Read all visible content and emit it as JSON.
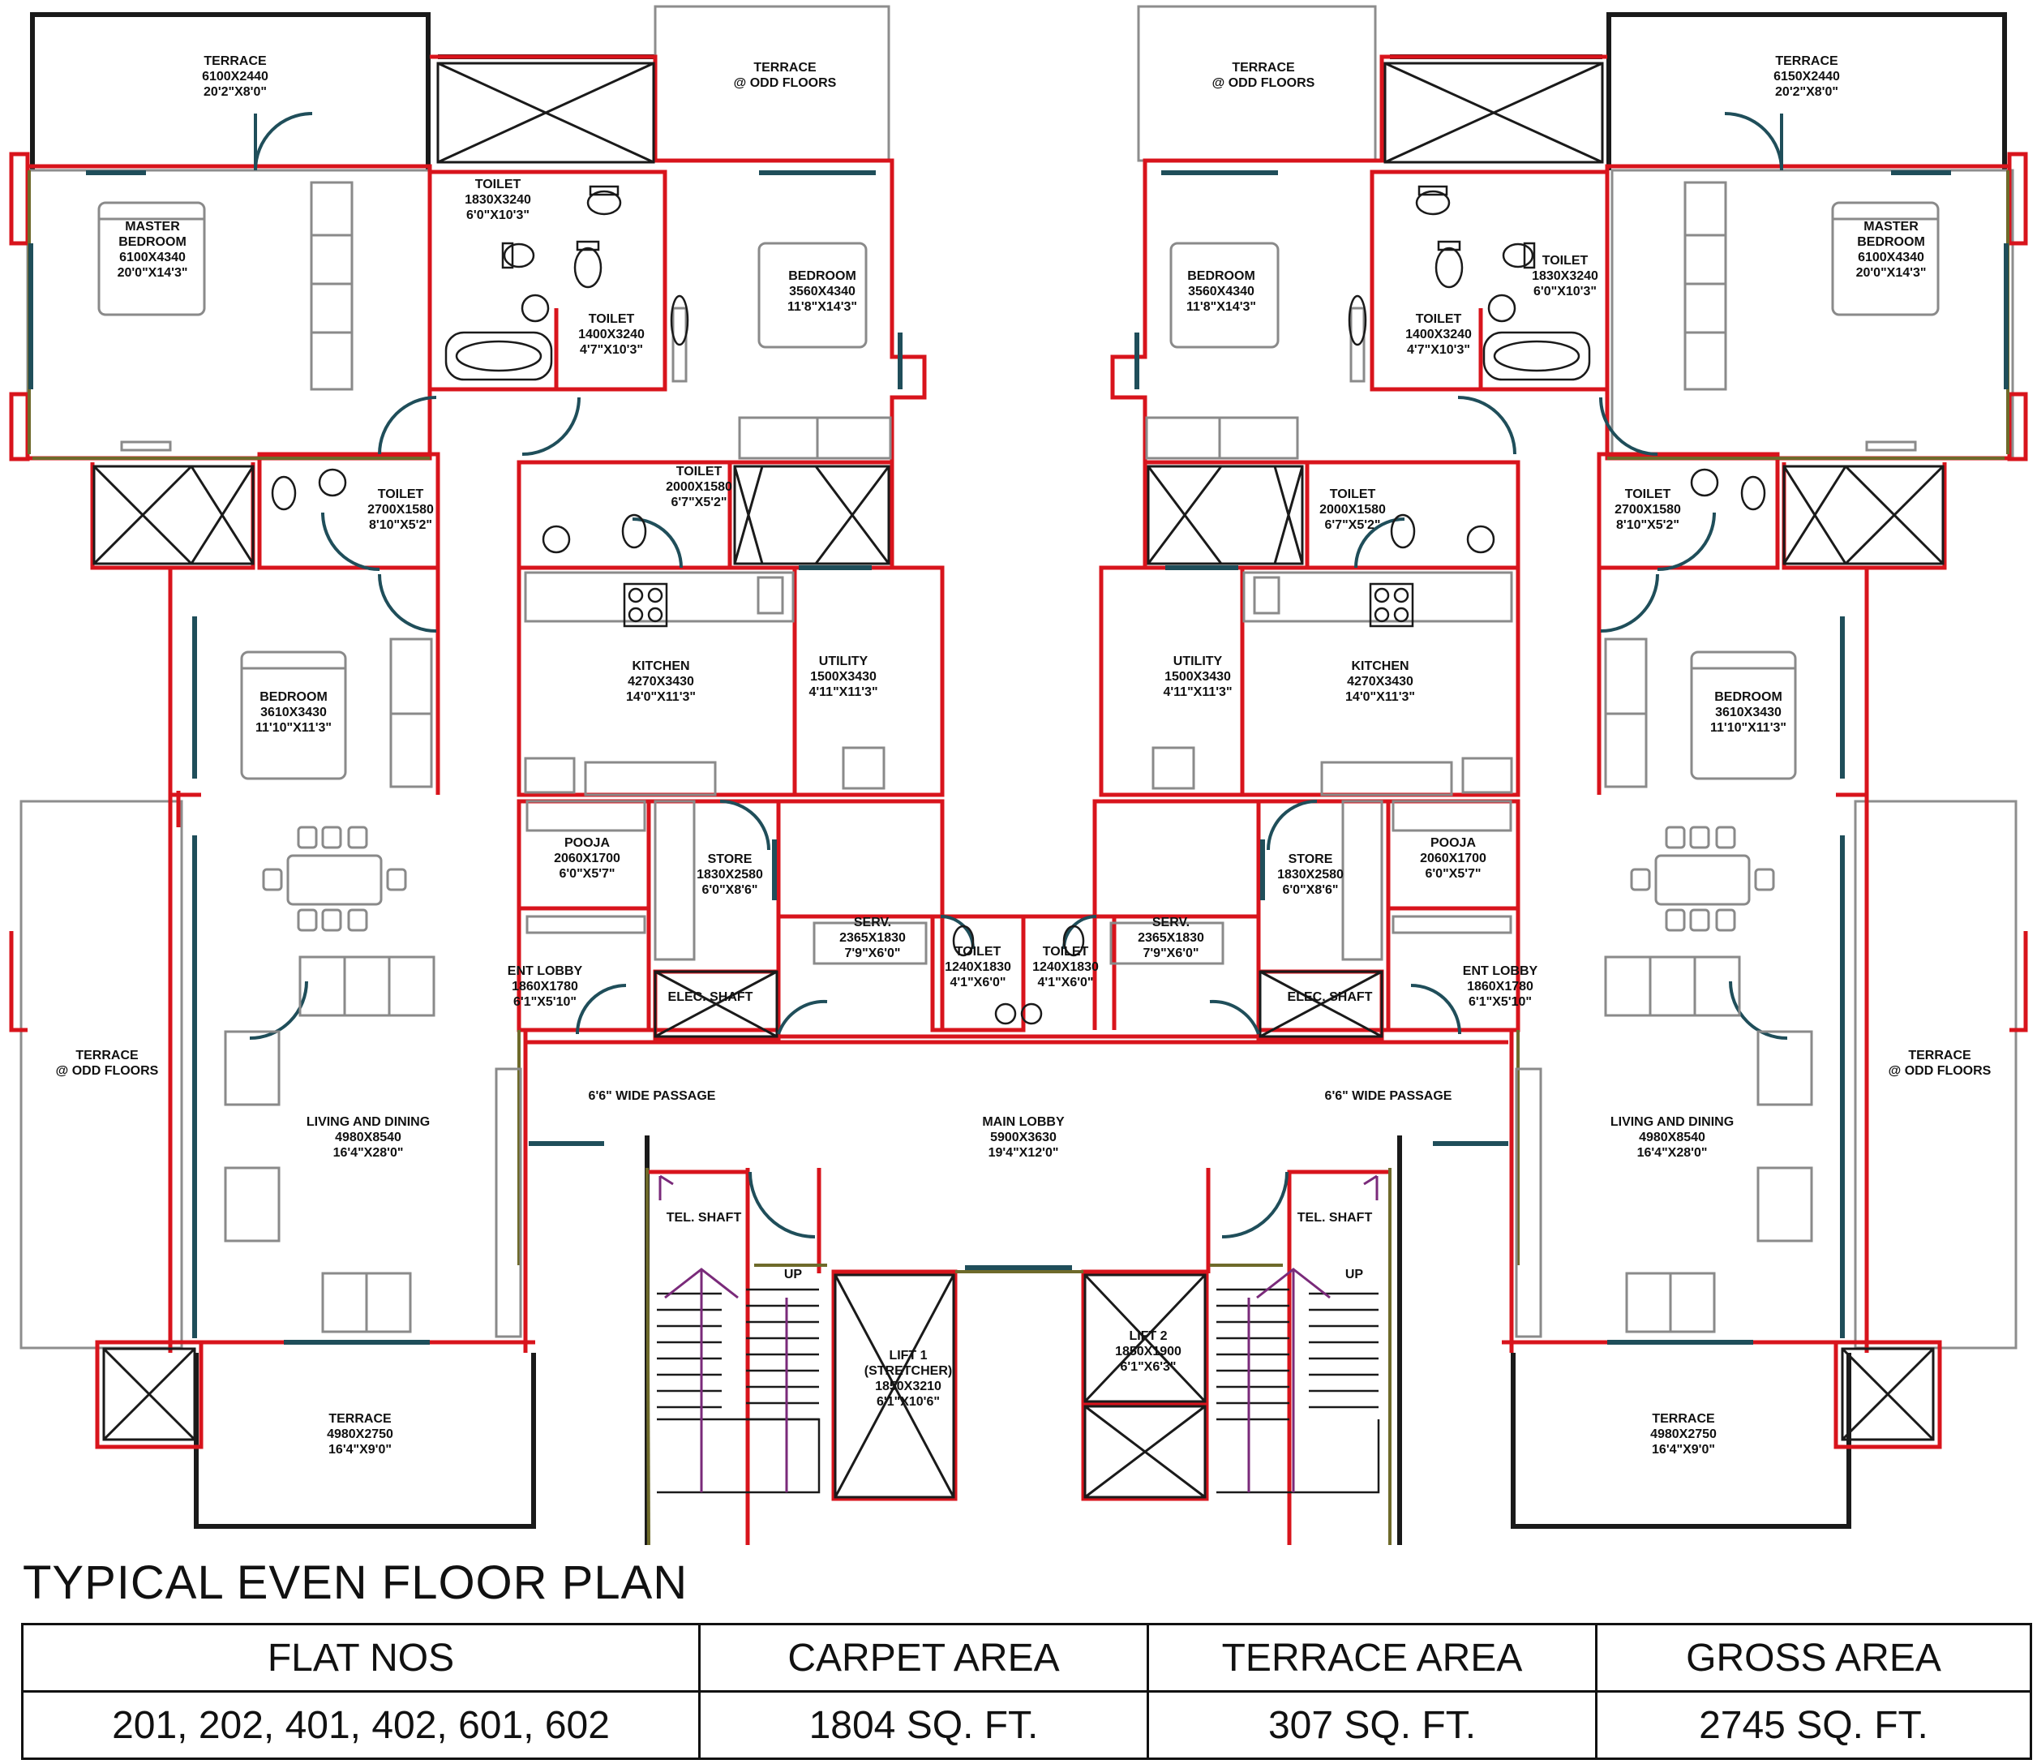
{
  "plan_title": "TYPICAL EVEN FLOOR PLAN",
  "rooms": [
    {
      "id": "terrace-tl",
      "lines": [
        "TERRACE",
        "6100X2440",
        "20'2\"X8'0\""
      ]
    },
    {
      "id": "terrace-odd-1",
      "lines": [
        "TERRACE",
        "@ ODD FLOORS"
      ]
    },
    {
      "id": "terrace-odd-2",
      "lines": [
        "TERRACE",
        "@ ODD FLOORS"
      ]
    },
    {
      "id": "terrace-tr",
      "lines": [
        "TERRACE",
        "6150X2440",
        "20'2\"X8'0\""
      ]
    },
    {
      "id": "master-bed-l",
      "lines": [
        "MASTER",
        "BEDROOM",
        "6100X4340",
        "20'0\"X14'3\""
      ]
    },
    {
      "id": "toilet-l1",
      "lines": [
        "TOILET",
        "1830X3240",
        "6'0\"X10'3\""
      ]
    },
    {
      "id": "toilet-l2",
      "lines": [
        "TOILET",
        "1400X3240",
        "4'7\"X10'3\""
      ]
    },
    {
      "id": "bedroom-l1",
      "lines": [
        "BEDROOM",
        "3560X4340",
        "11'8\"X14'3\""
      ]
    },
    {
      "id": "bedroom-r1",
      "lines": [
        "BEDROOM",
        "3560X4340",
        "11'8\"X14'3\""
      ]
    },
    {
      "id": "toilet-r2",
      "lines": [
        "TOILET",
        "1400X3240",
        "4'7\"X10'3\""
      ]
    },
    {
      "id": "toilet-r1",
      "lines": [
        "TOILET",
        "1830X3240",
        "6'0\"X10'3\""
      ]
    },
    {
      "id": "master-bed-r",
      "lines": [
        "MASTER",
        "BEDROOM",
        "6100X4340",
        "20'0\"X14'3\""
      ]
    },
    {
      "id": "toilet-l3",
      "lines": [
        "TOILET",
        "2700X1580",
        "8'10\"X5'2\""
      ]
    },
    {
      "id": "toilet-l4",
      "lines": [
        "TOILET",
        "2000X1580",
        "6'7\"X5'2\""
      ]
    },
    {
      "id": "toilet-r4",
      "lines": [
        "TOILET",
        "2000X1580",
        "6'7\"X5'2\""
      ]
    },
    {
      "id": "toilet-r3",
      "lines": [
        "TOILET",
        "2700X1580",
        "8'10\"X5'2\""
      ]
    },
    {
      "id": "bedroom-l2",
      "lines": [
        "BEDROOM",
        "3610X3430",
        "11'10\"X11'3\""
      ]
    },
    {
      "id": "kitchen-l",
      "lines": [
        "KITCHEN",
        "4270X3430",
        "14'0\"X11'3\""
      ]
    },
    {
      "id": "utility-l",
      "lines": [
        "UTILITY",
        "1500X3430",
        "4'11\"X11'3\""
      ]
    },
    {
      "id": "utility-r",
      "lines": [
        "UTILITY",
        "1500X3430",
        "4'11\"X11'3\""
      ]
    },
    {
      "id": "kitchen-r",
      "lines": [
        "KITCHEN",
        "4270X3430",
        "14'0\"X11'3\""
      ]
    },
    {
      "id": "bedroom-r2",
      "lines": [
        "BEDROOM",
        "3610X3430",
        "11'10\"X11'3\""
      ]
    },
    {
      "id": "pooja-l",
      "lines": [
        "POOJA",
        "2060X1700",
        "6'0\"X5'7\""
      ]
    },
    {
      "id": "store-l",
      "lines": [
        "STORE",
        "1830X2580",
        "6'0\"X8'6\""
      ]
    },
    {
      "id": "store-r",
      "lines": [
        "STORE",
        "1830X2580",
        "6'0\"X8'6\""
      ]
    },
    {
      "id": "pooja-r",
      "lines": [
        "POOJA",
        "2060X1700",
        "6'0\"X5'7\""
      ]
    },
    {
      "id": "serv-l",
      "lines": [
        "SERV.",
        "2365X1830",
        "7'9\"X6'0\""
      ]
    },
    {
      "id": "toilet-s1",
      "lines": [
        "TOILET",
        "1240X1830",
        "4'1\"X6'0\""
      ]
    },
    {
      "id": "toilet-s2",
      "lines": [
        "TOILET",
        "1240X1830",
        "4'1\"X6'0\""
      ]
    },
    {
      "id": "serv-r",
      "lines": [
        "SERV.",
        "2365X1830",
        "7'9\"X6'0\""
      ]
    },
    {
      "id": "ent-lobby-l",
      "lines": [
        "ENT LOBBY",
        "1860X1780",
        "6'1\"X5'10\""
      ]
    },
    {
      "id": "ent-lobby-r",
      "lines": [
        "ENT LOBBY",
        "1860X1780",
        "6'1\"X5'10\""
      ]
    },
    {
      "id": "elec-shaft-l",
      "lines": [
        "ELEC. SHAFT"
      ]
    },
    {
      "id": "elec-shaft-r",
      "lines": [
        "ELEC. SHAFT"
      ]
    },
    {
      "id": "terrace-odd-3",
      "lines": [
        "TERRACE",
        "@ ODD FLOORS"
      ]
    },
    {
      "id": "terrace-odd-4",
      "lines": [
        "TERRACE",
        "@ ODD FLOORS"
      ]
    },
    {
      "id": "passage-l",
      "lines": [
        "6'6\" WIDE PASSAGE"
      ]
    },
    {
      "id": "passage-r",
      "lines": [
        "6'6\" WIDE PASSAGE"
      ]
    },
    {
      "id": "main-lobby",
      "lines": [
        "MAIN LOBBY",
        "5900X3630",
        "19'4\"X12'0\""
      ]
    },
    {
      "id": "living-l",
      "lines": [
        "LIVING AND DINING",
        "4980X8540",
        "16'4\"X28'0\""
      ]
    },
    {
      "id": "living-r",
      "lines": [
        "LIVING AND DINING",
        "4980X8540",
        "16'4\"X28'0\""
      ]
    },
    {
      "id": "tel-shaft-l",
      "lines": [
        "TEL. SHAFT"
      ]
    },
    {
      "id": "tel-shaft-r",
      "lines": [
        "TEL. SHAFT"
      ]
    },
    {
      "id": "up-l",
      "lines": [
        "UP"
      ]
    },
    {
      "id": "up-r",
      "lines": [
        "UP"
      ]
    },
    {
      "id": "lift-1",
      "lines": [
        "LIFT 1",
        "(STRETCHER)",
        "1850X3210",
        "6'1\"X10'6\""
      ]
    },
    {
      "id": "lift-2",
      "lines": [
        "LIFT 2",
        "1850X1900",
        "6'1\"X6'3\""
      ]
    },
    {
      "id": "terrace-bl",
      "lines": [
        "TERRACE",
        "4980X2750",
        "16'4\"X9'0\""
      ]
    },
    {
      "id": "terrace-br",
      "lines": [
        "TERRACE",
        "4980X2750",
        "16'4\"X9'0\""
      ]
    }
  ],
  "area_table": {
    "headers": [
      "FLAT NOS",
      "CARPET AREA",
      "TERRACE AREA",
      "GROSS AREA"
    ],
    "row": [
      "201, 202, 401, 402, 601, 602",
      "1804 SQ. FT.",
      "307 SQ. FT.",
      "2745 SQ. FT."
    ]
  },
  "colors": {
    "wall": "#d8141c",
    "outline": "#1a1a1a",
    "furniture": "#8a8a8a",
    "window": "#1f4e5a",
    "stair": "#7a2a7a",
    "olive": "#6e6a2a"
  }
}
